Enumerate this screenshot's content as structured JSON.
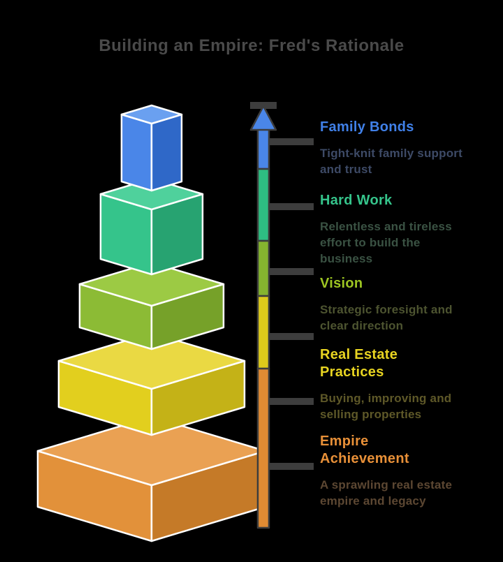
{
  "title": "Building an Empire: Fred's Rationale",
  "colors": {
    "background": "#000000",
    "title_text": "#4a4a4a",
    "arrow_outline": "#3d3d3d",
    "tick": "#3d3d3d",
    "box_stroke": "#ffffff"
  },
  "sections": [
    {
      "id": "family-bonds",
      "label": "Family Bonds",
      "label_color": "#4080e8",
      "desc": "Tight-knit family support\nand trust",
      "desc_color": "#3d4a66",
      "arrow_color": "#4a86e8",
      "box": {
        "top": "#6aa0f0",
        "left": "#4a86e8",
        "right": "#2f68c8"
      }
    },
    {
      "id": "hard-work",
      "label": "Hard Work",
      "label_color": "#35c48b",
      "desc": "Relentless and tireless\neffort to build the\nbusiness",
      "desc_color": "#3a5243",
      "arrow_color": "#2ebd82",
      "box": {
        "top": "#4fd19c",
        "left": "#35c48b",
        "right": "#27a371"
      }
    },
    {
      "id": "vision",
      "label": "Vision",
      "label_color": "#9dc522",
      "desc": "Strategic foresight and\nclear direction",
      "desc_color": "#4d5430",
      "arrow_color": "#85b42f",
      "box": {
        "top": "#9cca44",
        "left": "#8cbb35",
        "right": "#76a129"
      }
    },
    {
      "id": "real-estate-practices",
      "label": "Real Estate\nPractices",
      "label_color": "#e8d421",
      "desc": "Buying, improving and\nselling properties",
      "desc_color": "#5e5828",
      "arrow_color": "#ddca1b",
      "box": {
        "top": "#ead943",
        "left": "#e2cf1e",
        "right": "#c4b217"
      }
    },
    {
      "id": "empire-achievement",
      "label": "Empire\nAchievement",
      "label_color": "#e89038",
      "desc": "A sprawling real estate\nempire and legacy",
      "desc_color": "#5c4732",
      "arrow_color": "#e08b33",
      "box": {
        "top": "#eaa153",
        "left": "#e2913a",
        "right": "#c57a28"
      }
    }
  ]
}
